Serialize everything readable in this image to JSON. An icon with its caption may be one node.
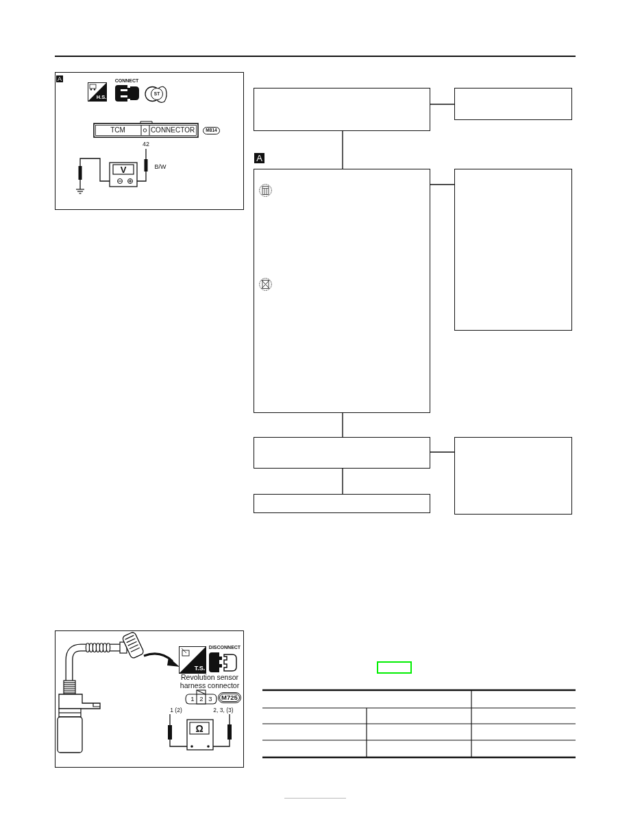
{
  "diagram": {
    "nodes": [
      {
        "text": [],
        "shape": "box"
      },
      {
        "text": [],
        "shape": "box"
      },
      {
        "text": [],
        "shape": "box"
      },
      {
        "text": [],
        "shape": "box"
      },
      {
        "text": [],
        "shape": "box"
      },
      {
        "text": [],
        "shape": "box"
      },
      {
        "text": [],
        "shape": "box"
      }
    ],
    "edges": [
      {
        "from": 0,
        "to": 1,
        "arrow": "none"
      },
      {
        "from": 0,
        "to": 2,
        "arrow": "none"
      },
      {
        "from": 2,
        "to": 3,
        "arrow": "none"
      },
      {
        "from": 2,
        "to": 4,
        "arrow": "none"
      },
      {
        "from": 4,
        "to": 5,
        "arrow": "none"
      },
      {
        "from": 4,
        "to": 6,
        "arrow": "none"
      }
    ],
    "labels": [
      "A",
      "CONNECT",
      "H.S.",
      "ST",
      "TCM",
      "CONNECTOR",
      "M814",
      "42",
      "V",
      "B/W",
      "A",
      "DISCONNECT",
      "T.S.",
      "Revolution sensor harness connector",
      "1",
      "2",
      "3",
      "M725",
      "1 (2)",
      "2, 3, (3)",
      "Ω"
    ]
  }
}
